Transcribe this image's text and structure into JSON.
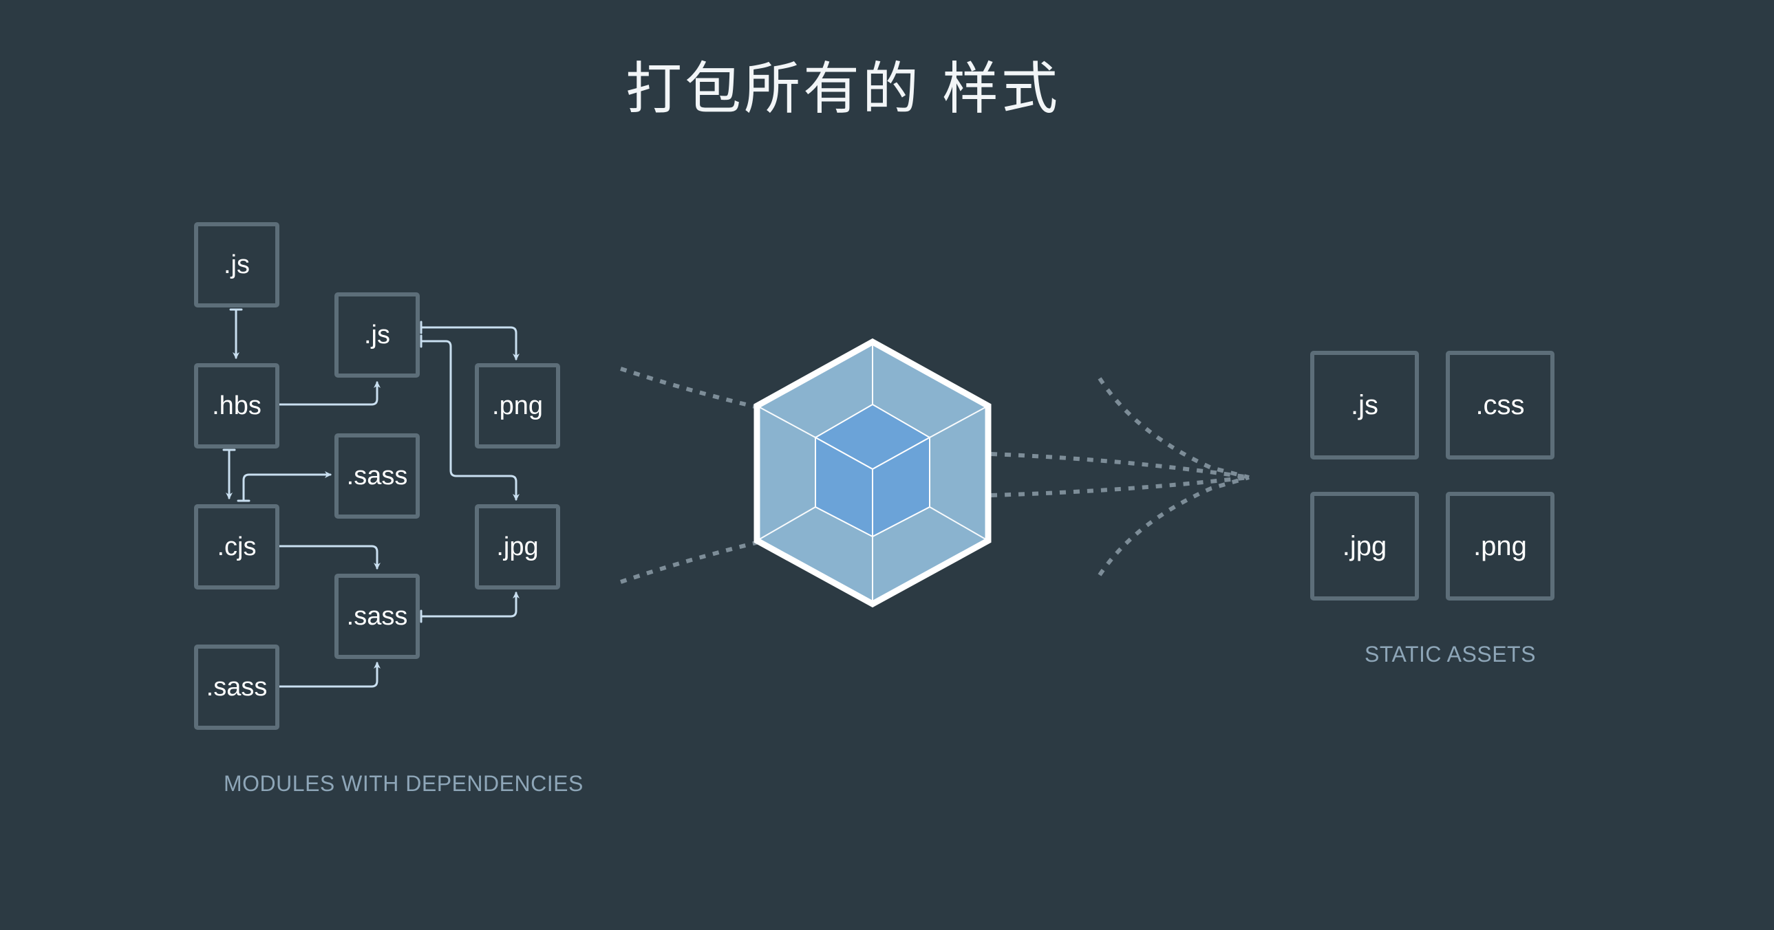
{
  "title": "打包所有的 样式",
  "modules": {
    "caption": "MODULES WITH DEPENDENCIES",
    "items": [
      ".js",
      ".js",
      ".hbs",
      ".png",
      ".sass",
      ".cjs",
      ".jpg",
      ".sass",
      ".sass"
    ]
  },
  "assets": {
    "caption": "STATIC ASSETS",
    "items": [
      ".js",
      ".css",
      ".jpg",
      ".png"
    ]
  },
  "colors": {
    "background": "#2c3a43",
    "box_border": "#5d6e79",
    "arrow": "#c9dff0",
    "caption": "#8ea6b8",
    "cube_outer": "#8ab3cf",
    "cube_inner": "#6ba3d8"
  }
}
